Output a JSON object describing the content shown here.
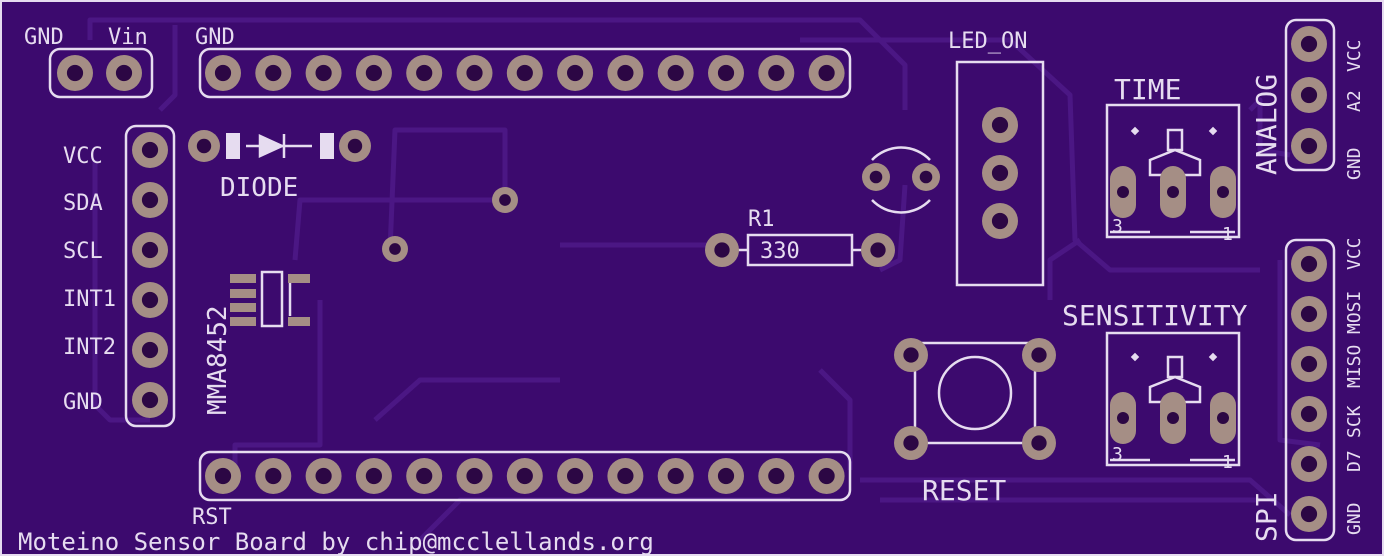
{
  "colors": {
    "board": "#3c0a6e",
    "trace": "#4b1784",
    "silk": "#e6dcf0",
    "pad": "#a58e85",
    "hole": "#2c0744"
  },
  "labels": {
    "gnd_left": "GND",
    "vin": "Vin",
    "gnd_top": "GND",
    "led_on": "LED_ON",
    "vcc": "VCC",
    "sda": "SDA",
    "scl": "SCL",
    "int1": "INT1",
    "int2": "INT2",
    "gnd_i2c": "GND",
    "diode": "DIODE",
    "mma": "MMA8452",
    "r1": "R1",
    "r1_value": "330",
    "time": "TIME",
    "sensitivity": "SENSITIVITY",
    "reset": "RESET",
    "rst": "RST",
    "footer": "Moteino Sensor Board by chip@mcclellands.org",
    "analog": "ANALOG",
    "analog_vcc": "VCC",
    "analog_a2": "A2",
    "analog_gnd": "GND",
    "spi": "SPI",
    "spi_vcc": "VCC",
    "spi_mosi": "MOSI",
    "spi_miso": "MISO",
    "spi_sck": "SCK",
    "spi_d7": "D7",
    "spi_gnd": "GND",
    "pot_time_3": "3",
    "pot_time_1": "1",
    "pot_sens_3": "3",
    "pot_sens_1": "1"
  }
}
